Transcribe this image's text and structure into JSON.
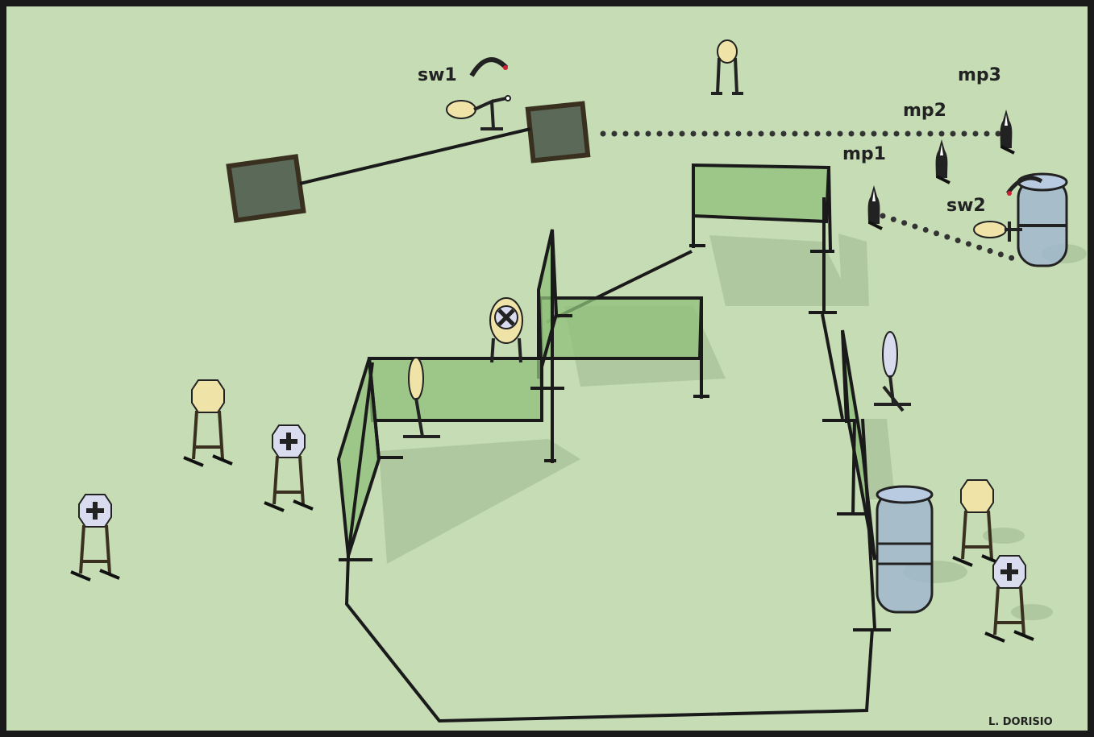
{
  "diagram": {
    "labels": {
      "sw1": "sw1",
      "sw2": "sw2",
      "mp1": "mp1",
      "mp2": "mp2",
      "mp3": "mp3"
    },
    "credit": "L. DORISIO",
    "colors": {
      "ground": "#c5dcb4",
      "frame": "#1a1a1a",
      "wall_fill": "#8fc07a",
      "target_tan": "#efe3a8",
      "target_no_shoot": "#d6d8ec",
      "barrel": "#9fb6cf"
    }
  }
}
